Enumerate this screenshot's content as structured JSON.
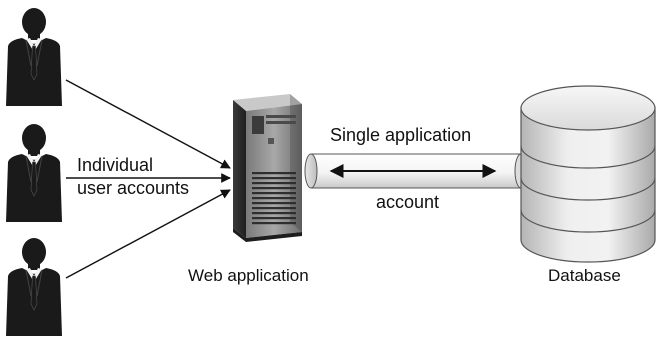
{
  "labels": {
    "individual_line1": "Individual",
    "individual_line2": "user accounts",
    "single_app_line1": "Single application",
    "single_app_line2": "account",
    "web_app": "Web application",
    "database": "Database"
  },
  "icons": {
    "user": "person-silhouette-icon",
    "server": "server-tower-icon",
    "pipe": "connection-pipe-icon",
    "database": "database-cylinder-icon"
  },
  "colors": {
    "silhouette": "#1a1a1a",
    "line": "#111111"
  }
}
